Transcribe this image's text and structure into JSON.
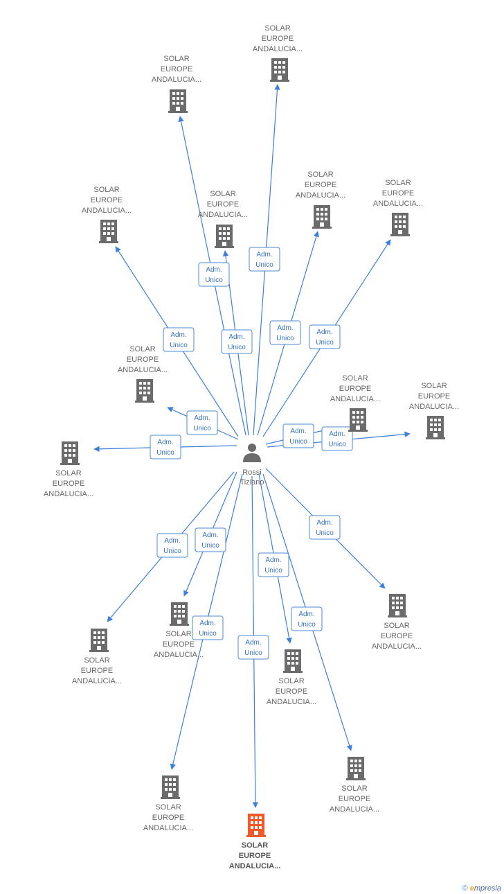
{
  "colors": {
    "edge": "#3d7fd9",
    "building": "#6b6b6b",
    "building_highlight": "#f05a2a",
    "person": "#6b6b6b"
  },
  "center": {
    "icon": "person-icon",
    "name_lines": [
      "Rossi",
      "Tiziano"
    ]
  },
  "edge_label_lines": [
    "Adm.",
    "Unico"
  ],
  "node_label_lines": [
    "SOLAR",
    "EUROPE",
    "ANDALUCIA..."
  ],
  "nodes": [
    {
      "id": "n1",
      "highlight": false
    },
    {
      "id": "n2",
      "highlight": false
    },
    {
      "id": "n3",
      "highlight": false
    },
    {
      "id": "n4",
      "highlight": false
    },
    {
      "id": "n5",
      "highlight": false
    },
    {
      "id": "n6",
      "highlight": false
    },
    {
      "id": "n7",
      "highlight": false
    },
    {
      "id": "n8",
      "highlight": false
    },
    {
      "id": "n9",
      "highlight": false
    },
    {
      "id": "n10",
      "highlight": false
    },
    {
      "id": "n11",
      "highlight": false
    },
    {
      "id": "n12",
      "highlight": false
    },
    {
      "id": "n13",
      "highlight": false
    },
    {
      "id": "n14",
      "highlight": false
    },
    {
      "id": "n15",
      "highlight": false
    },
    {
      "id": "n16",
      "highlight": false
    },
    {
      "id": "n17",
      "highlight": true
    },
    {
      "id": "n18",
      "highlight": false
    }
  ],
  "brand": {
    "copyright": "©",
    "e_letter": "e",
    "rest": "mpresia"
  }
}
